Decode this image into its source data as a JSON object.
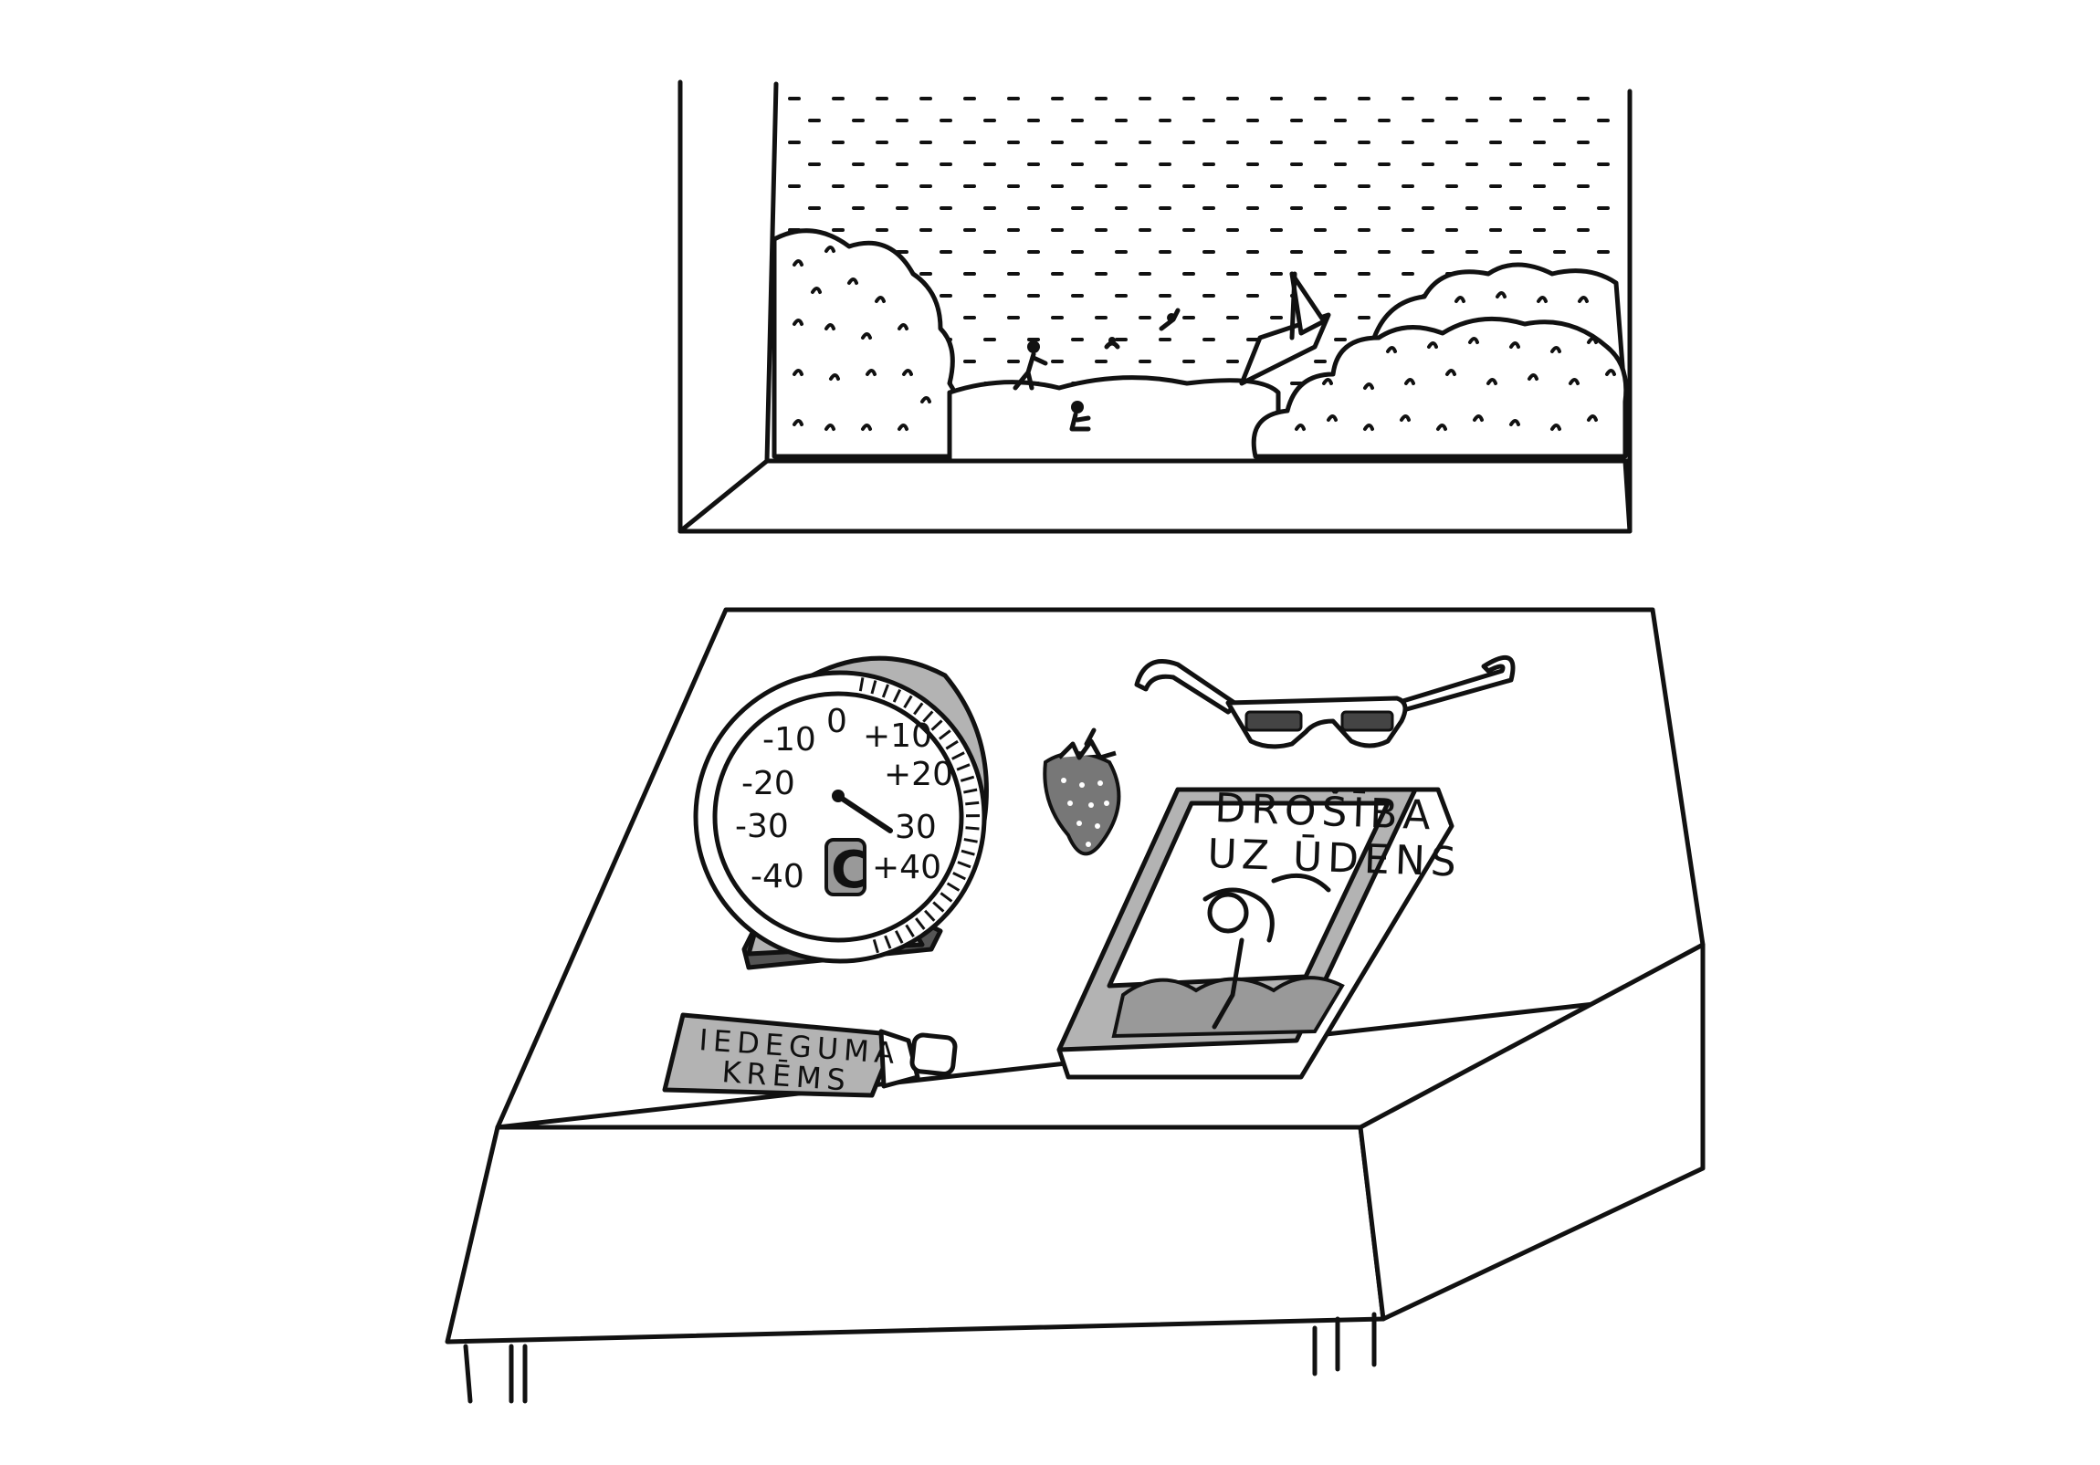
{
  "thermometer": {
    "unit": "C",
    "scale_left": [
      "-10",
      "-20",
      "-30",
      "-40"
    ],
    "scale_top": "0",
    "scale_right": [
      "+10",
      "+20",
      "30",
      "+40"
    ],
    "needle_value": 30
  },
  "book": {
    "title_line1": "DROŠĪBA",
    "title_line2": "UZ ŪDENS"
  },
  "cream": {
    "line1": "IEDEGUMA",
    "line2": "KRĒMS"
  },
  "colors": {
    "ink": "#111111",
    "shade": "#b3b3b3",
    "dark": "#555555",
    "paper": "#ffffff"
  }
}
